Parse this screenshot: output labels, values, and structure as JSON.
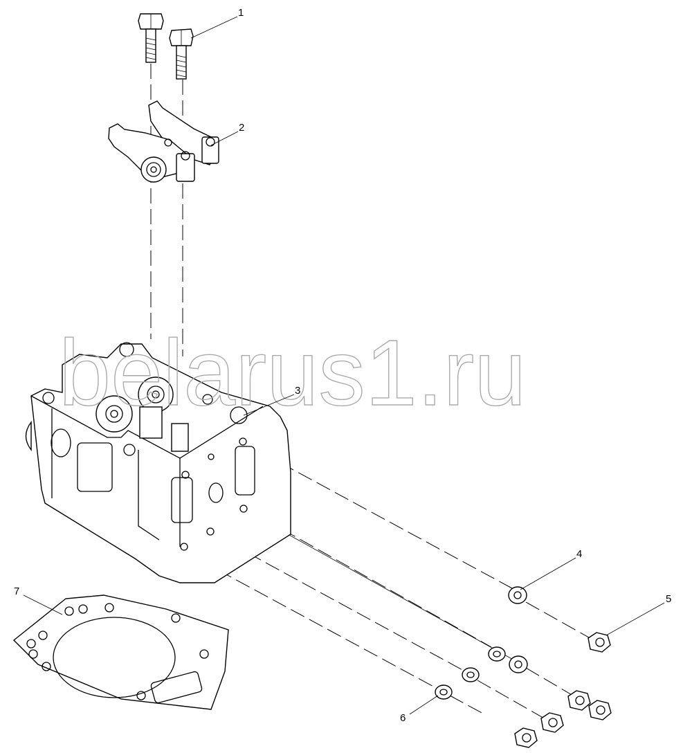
{
  "diagram": {
    "type": "exploded parts diagram",
    "watermark": "belarus1.ru",
    "callouts": [
      "1",
      "2",
      "3",
      "4",
      "5",
      "6",
      "7"
    ]
  }
}
